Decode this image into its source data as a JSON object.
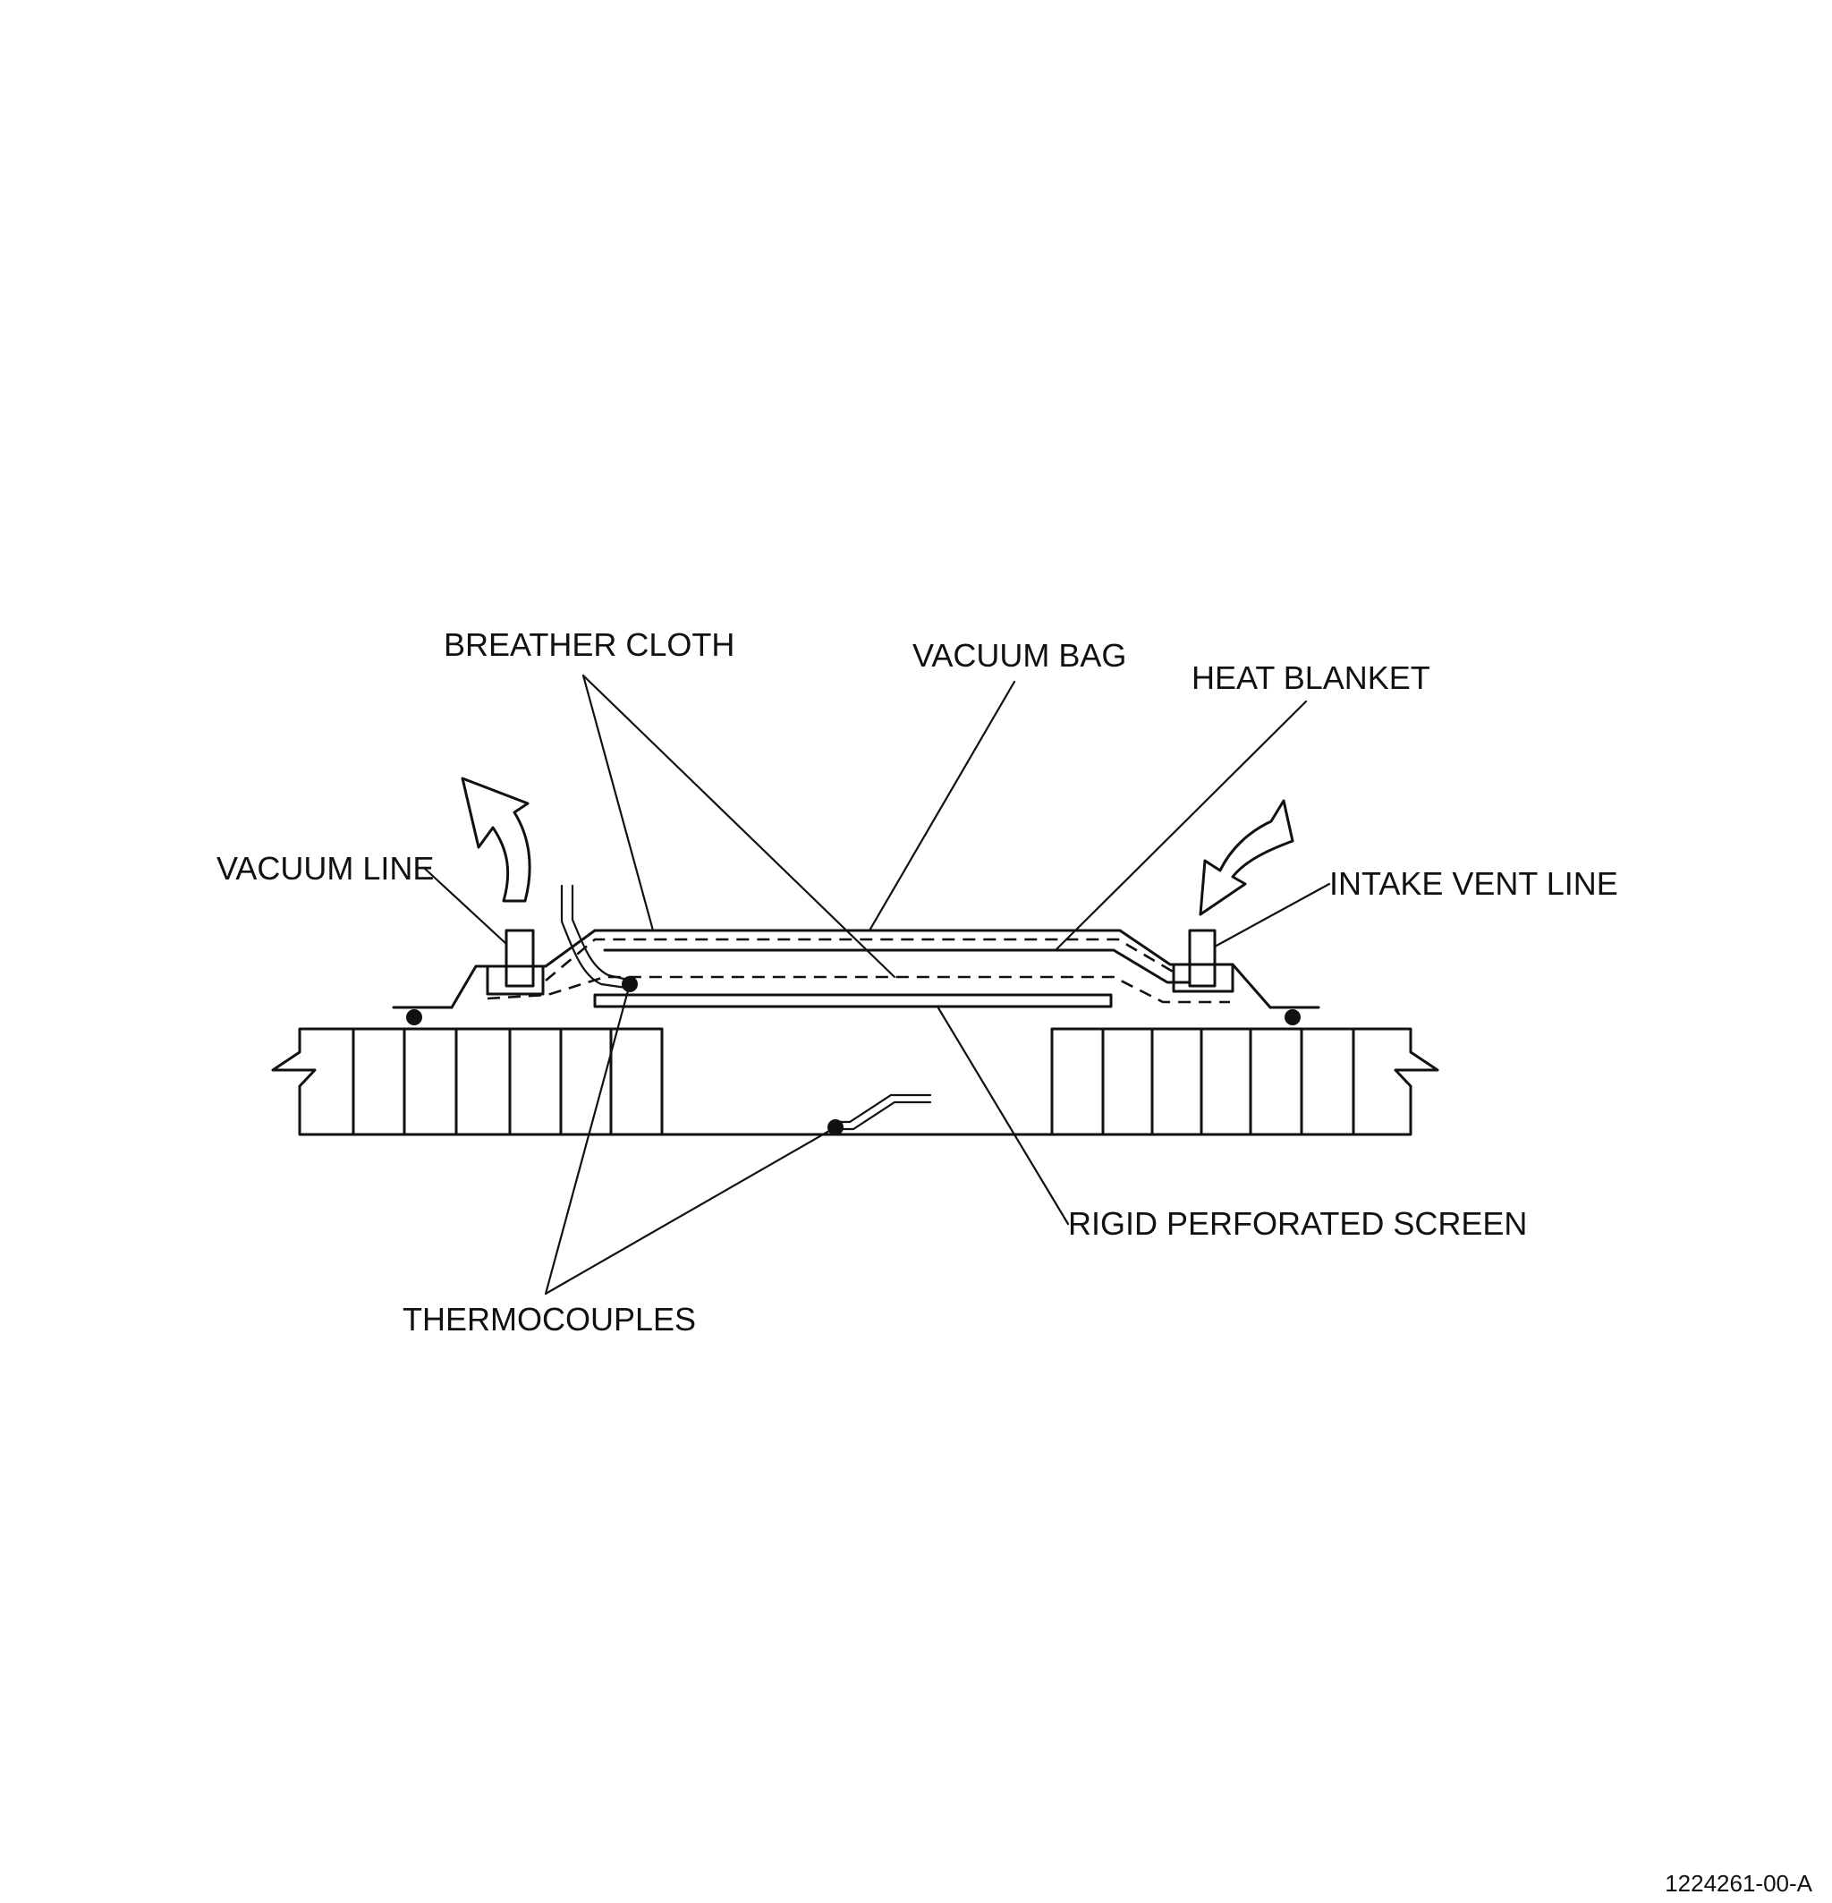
{
  "labels": {
    "breather_cloth": "BREATHER CLOTH",
    "vacuum_bag": "VACUUM BAG",
    "heat_blanket": "HEAT BLANKET",
    "vacuum_line": "VACUUM LINE",
    "intake_vent_line": "INTAKE VENT LINE",
    "rigid_perforated_screen": "RIGID PERFORATED SCREEN",
    "thermocouples": "THERMOCOUPLES"
  },
  "figure_id": "1224261-00-A"
}
